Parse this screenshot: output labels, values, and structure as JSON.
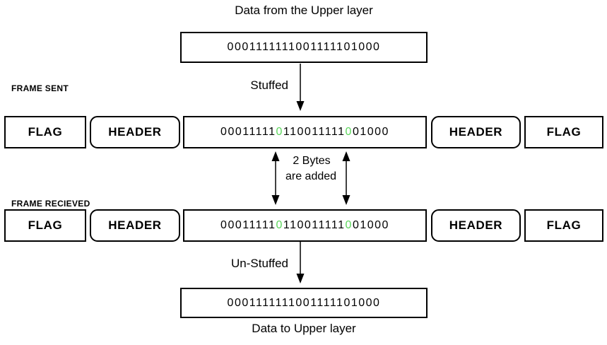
{
  "colors": {
    "stuffed_bit_green": "#5cd65c",
    "line_color": "#000000"
  },
  "top": {
    "caption": "Data from the Upper layer",
    "bits": "0001111111001111101000"
  },
  "stuffed_arrow_label": "Stuffed",
  "frame_sent": {
    "label": "FRAME SENT",
    "flag_left": "FLAG",
    "header_left": "HEADER",
    "header_right": "HEADER",
    "flag_right": "FLAG",
    "bits": {
      "seg1": "00011111",
      "stuffed1": "0",
      "seg2": "110011111",
      "stuffed2": "0",
      "seg3": "01000"
    }
  },
  "bytes_note": {
    "line1": "2 Bytes",
    "line2": "are added"
  },
  "frame_received": {
    "label": "FRAME RECIEVED",
    "flag_left": "FLAG",
    "header_left": "HEADER",
    "header_right": "HEADER",
    "flag_right": "FLAG",
    "bits": {
      "seg1": "00011111",
      "stuffed1": "0",
      "seg2": "110011111",
      "stuffed2": "0",
      "seg3": "01000"
    }
  },
  "unstuffed_arrow_label": "Un-Stuffed",
  "bottom": {
    "bits": "0001111111001111101000",
    "caption": "Data to Upper layer"
  }
}
